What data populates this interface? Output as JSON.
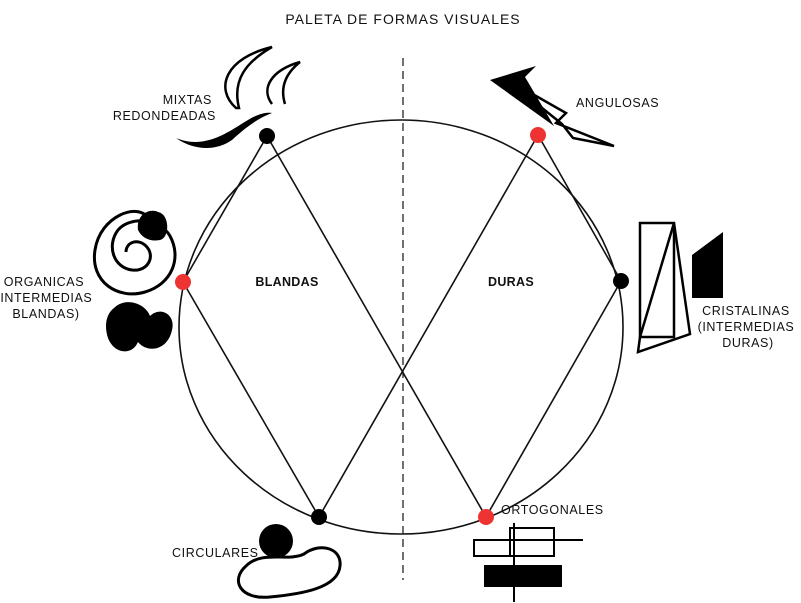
{
  "title": "PALETA DE FORMAS VISUALES",
  "regions": {
    "left": "BLANDAS",
    "right": "DURAS"
  },
  "nodes": {
    "mixtas": {
      "lines": [
        "MIXTAS",
        "REDONDEADAS"
      ],
      "color": "#000000"
    },
    "angulosas": {
      "lines": [
        "ANGULOSAS"
      ],
      "color": "#ee3333"
    },
    "organicas": {
      "lines": [
        "ORGANICAS",
        "(INTERMEDIAS",
        "BLANDAS)"
      ],
      "color": "#ee3333"
    },
    "cristalinas": {
      "lines": [
        "CRISTALINAS",
        "(INTERMEDIAS",
        "DURAS)"
      ],
      "color": "#000000"
    },
    "circulares": {
      "lines": [
        "CIRCULARES"
      ],
      "color": "#000000"
    },
    "ortogonales": {
      "lines": [
        "ORTOGONALES"
      ],
      "color": "#ee3333"
    }
  },
  "colors": {
    "ink": "#000000",
    "accent_red": "#ee3333"
  }
}
